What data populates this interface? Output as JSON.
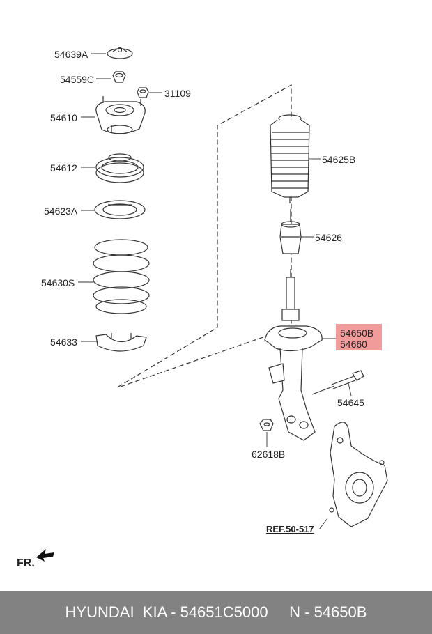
{
  "diagram": {
    "callouts": {
      "p54639A": "54639A",
      "p54559C": "54559C",
      "p31109": "31109",
      "p54610": "54610",
      "p54612": "54612",
      "p54623A": "54623A",
      "p54630S": "54630S",
      "p54633": "54633",
      "p54625B": "54625B",
      "p54626": "54626",
      "p54650B": "54650B",
      "p54660": "54660",
      "p54645": "54645",
      "p62618B": "62618B"
    },
    "reference": "REF.50-517",
    "direction": "FR.",
    "highlight_color": "#f08a8a"
  },
  "footer": {
    "text": "HYUNDAI  KIA - 54651C5000     N - 54650B"
  }
}
